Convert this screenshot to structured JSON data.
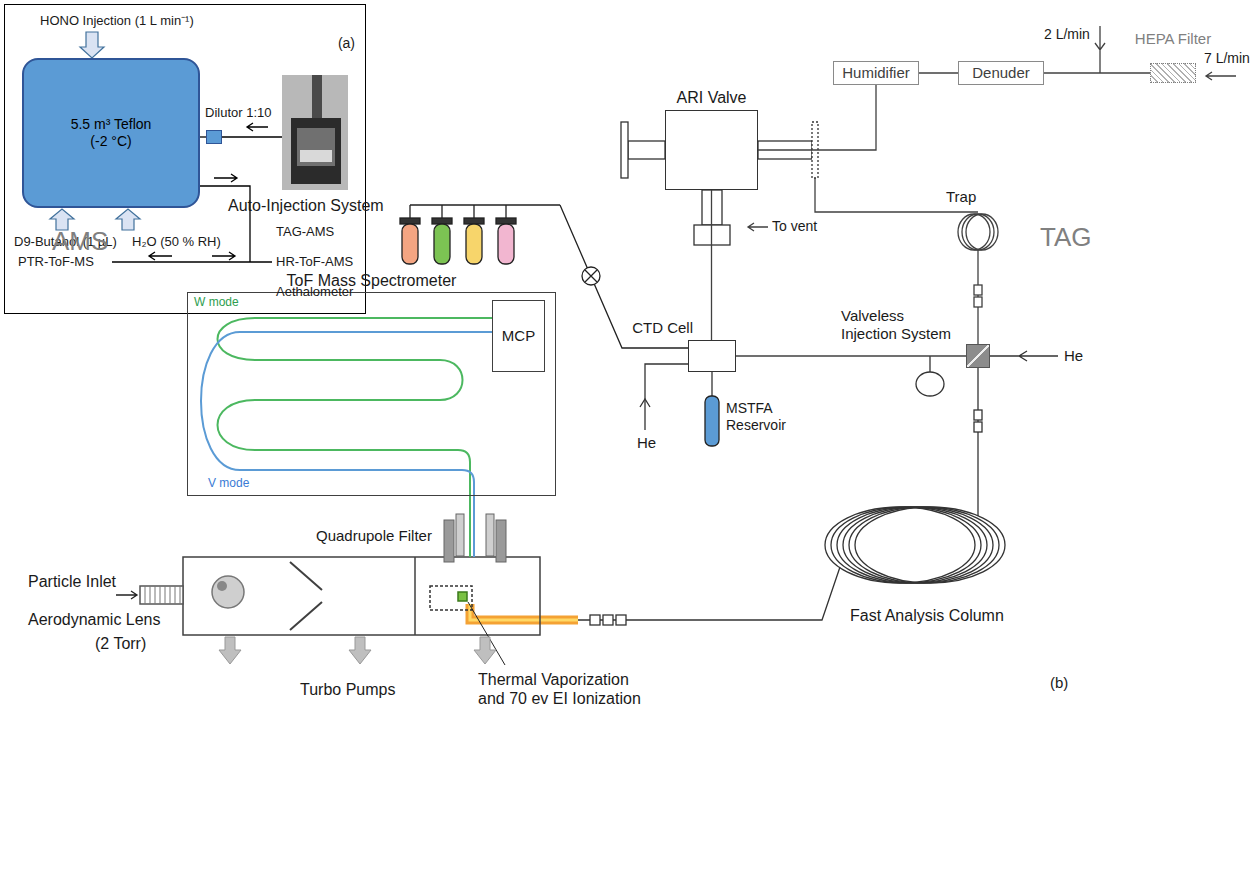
{
  "diagram": {
    "nodes": [
      {
        "text": [
          "(a)"
        ]
      },
      {
        "text": [
          "5.5 m³ Teflon (-2 °C)"
        ],
        "in": 0
      },
      {
        "text": [
          "Dilutor 1:10"
        ],
        "in": 0
      },
      {
        "text": [
          "HEPA Filter"
        ]
      },
      {
        "text": [
          "Denuder"
        ]
      },
      {
        "text": [
          "Humidifier"
        ]
      },
      {
        "text": [
          "ARI Valve"
        ]
      },
      {
        "text": [
          "CTD Cell"
        ]
      },
      {
        "text": [
          "Valveless Injection System"
        ]
      },
      {
        "text": [
          "ToF Mass Spectrometer"
        ]
      },
      {
        "text": [
          "MCP"
        ],
        "in": 9
      }
    ],
    "edges": [
      {
        "from": 2,
        "to": 1,
        "arrow": "none"
      },
      {
        "from": 3,
        "to": 4,
        "arrow": "none"
      },
      {
        "from": 4,
        "to": 5,
        "arrow": "none"
      },
      {
        "from": 5,
        "to": 6,
        "arrow": "none"
      },
      {
        "from": 6,
        "to": 7,
        "arrow": "none"
      },
      {
        "from": 7,
        "to": 8,
        "arrow": "none"
      }
    ],
    "labels": [
      "HONO Injection (1 L min⁻¹)",
      "D9-Butanol (1 µL)",
      "H₂O (50 % RH)",
      "PTR-ToF-MS",
      "TAG-AMS",
      "HR-ToF-AMS",
      "Aethalometer",
      "2 L/min",
      "7 L/min",
      "TAG",
      "Trap",
      "To vent",
      "Auto-Injection System",
      "He",
      "MSTFA Reservoir",
      "He",
      "AMS",
      "W mode",
      "V mode",
      "Quadrupole Filter",
      "Particle Inlet",
      "Aerodynamic Lens",
      "(2 Torr)",
      "Turbo Pumps",
      "Thermal Vaporization and 70 ev EI Ionization",
      "Fast Analysis Column",
      "(b)"
    ]
  }
}
